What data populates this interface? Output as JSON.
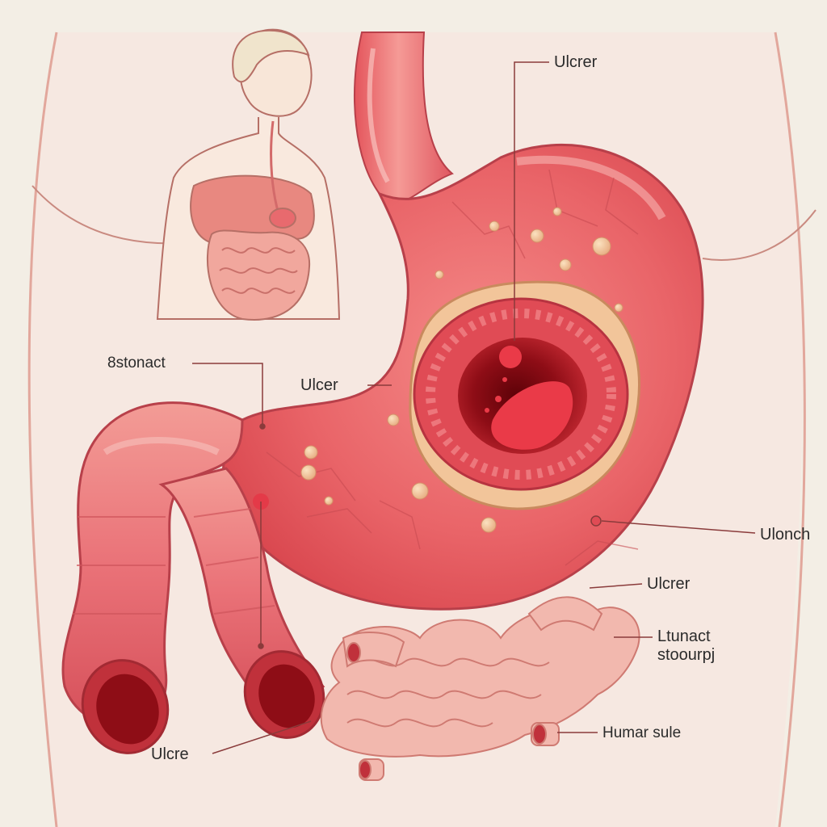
{
  "labels": {
    "top_ulcer": "Ulcrer",
    "stomach": "8stonact",
    "mid_ulcer": "Ulcer",
    "right_ulonch": "Ulonch",
    "lower_ulcer": "Ulcrer",
    "intestine_line1": "Ltunact",
    "intestine_line2": "stoourpj",
    "human_sule": "Humar sule",
    "bottom_ulcre": "Ulcre"
  },
  "colors": {
    "background": "#f3eee5",
    "stomach": "#e7585e",
    "ulcer_core": "#8e0d16",
    "intestine": "#f0b4ab",
    "leader_line": "#8a3b3b"
  }
}
